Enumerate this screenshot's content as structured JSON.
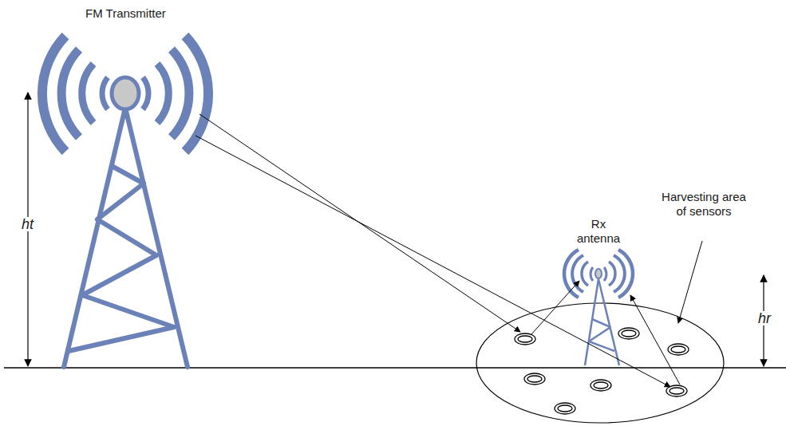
{
  "diagram": {
    "labels": [
      "FM Transmitter",
      "ht",
      "Rx antenna",
      "Harvesting area of sensors",
      "hr"
    ]
  }
}
